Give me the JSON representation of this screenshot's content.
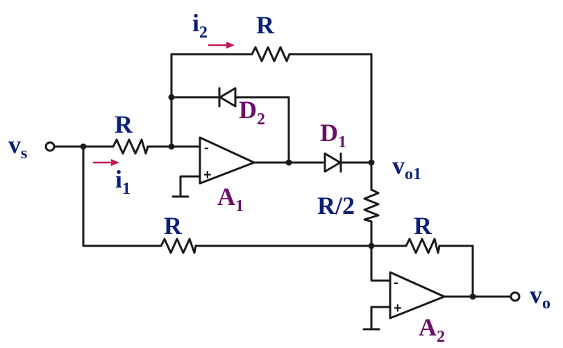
{
  "colors": {
    "wire": "#1a1a1a",
    "label_blue": "#0b1f7a",
    "label_purple": "#6a0f6a",
    "arrow": "#c2185b"
  },
  "labels": {
    "vs": {
      "main": "v",
      "sub": "s"
    },
    "vo1": {
      "main": "v",
      "sub": "o1"
    },
    "vo": {
      "main": "v",
      "sub": "o"
    },
    "i1": {
      "main": "i",
      "sub": "1"
    },
    "i2": {
      "main": "i",
      "sub": "2"
    },
    "d1": {
      "main": "D",
      "sub": "1"
    },
    "d2": {
      "main": "D",
      "sub": "2"
    },
    "a1": {
      "main": "A",
      "sub": "1"
    },
    "a2": {
      "main": "A",
      "sub": "2"
    },
    "r_top": "R",
    "r_input": "R",
    "r_bottom": "R",
    "r_a2_feedback": "R",
    "r_half": "R/2"
  },
  "opamp_signs": {
    "minus": "-",
    "plus": "+"
  }
}
